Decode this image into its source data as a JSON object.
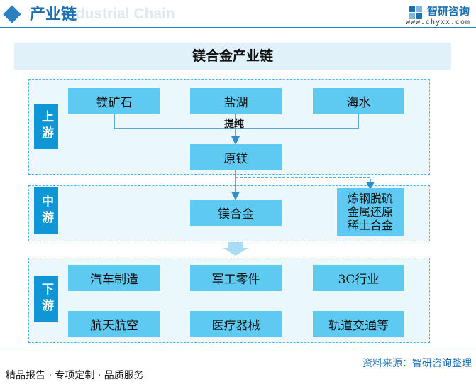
{
  "header": {
    "title": "产业链",
    "watermark": "Industrial Chain",
    "brand": "智研咨询",
    "brand_url": "www.chyxx.com"
  },
  "diagram": {
    "title": "镁合金产业链",
    "stages": {
      "upstream": "上游",
      "midstream": "中游",
      "downstream": "下游"
    },
    "upstream_nodes": [
      "镁矿石",
      "盐湖",
      "海水"
    ],
    "process_label": "提纯",
    "refined": "原镁",
    "midstream_main": "镁合金",
    "midstream_side": [
      "炼钢脱硫",
      "金属还原",
      "稀土合金"
    ],
    "downstream_nodes": [
      "汽车制造",
      "军工零件",
      "3C行业",
      "航天航空",
      "医疗器械",
      "轨道交通等"
    ]
  },
  "footer": {
    "source": "资料来源：智研咨询整理",
    "tagline": "精品报告 · 专项定制 · 品质服务"
  },
  "colors": {
    "brand_blue": "#1d6fb3",
    "stage_blue": "#0e96d6",
    "node_blue": "#5fcaf1",
    "panel_bg": "#eaf7fc",
    "dash_border": "#4bb7e3"
  }
}
